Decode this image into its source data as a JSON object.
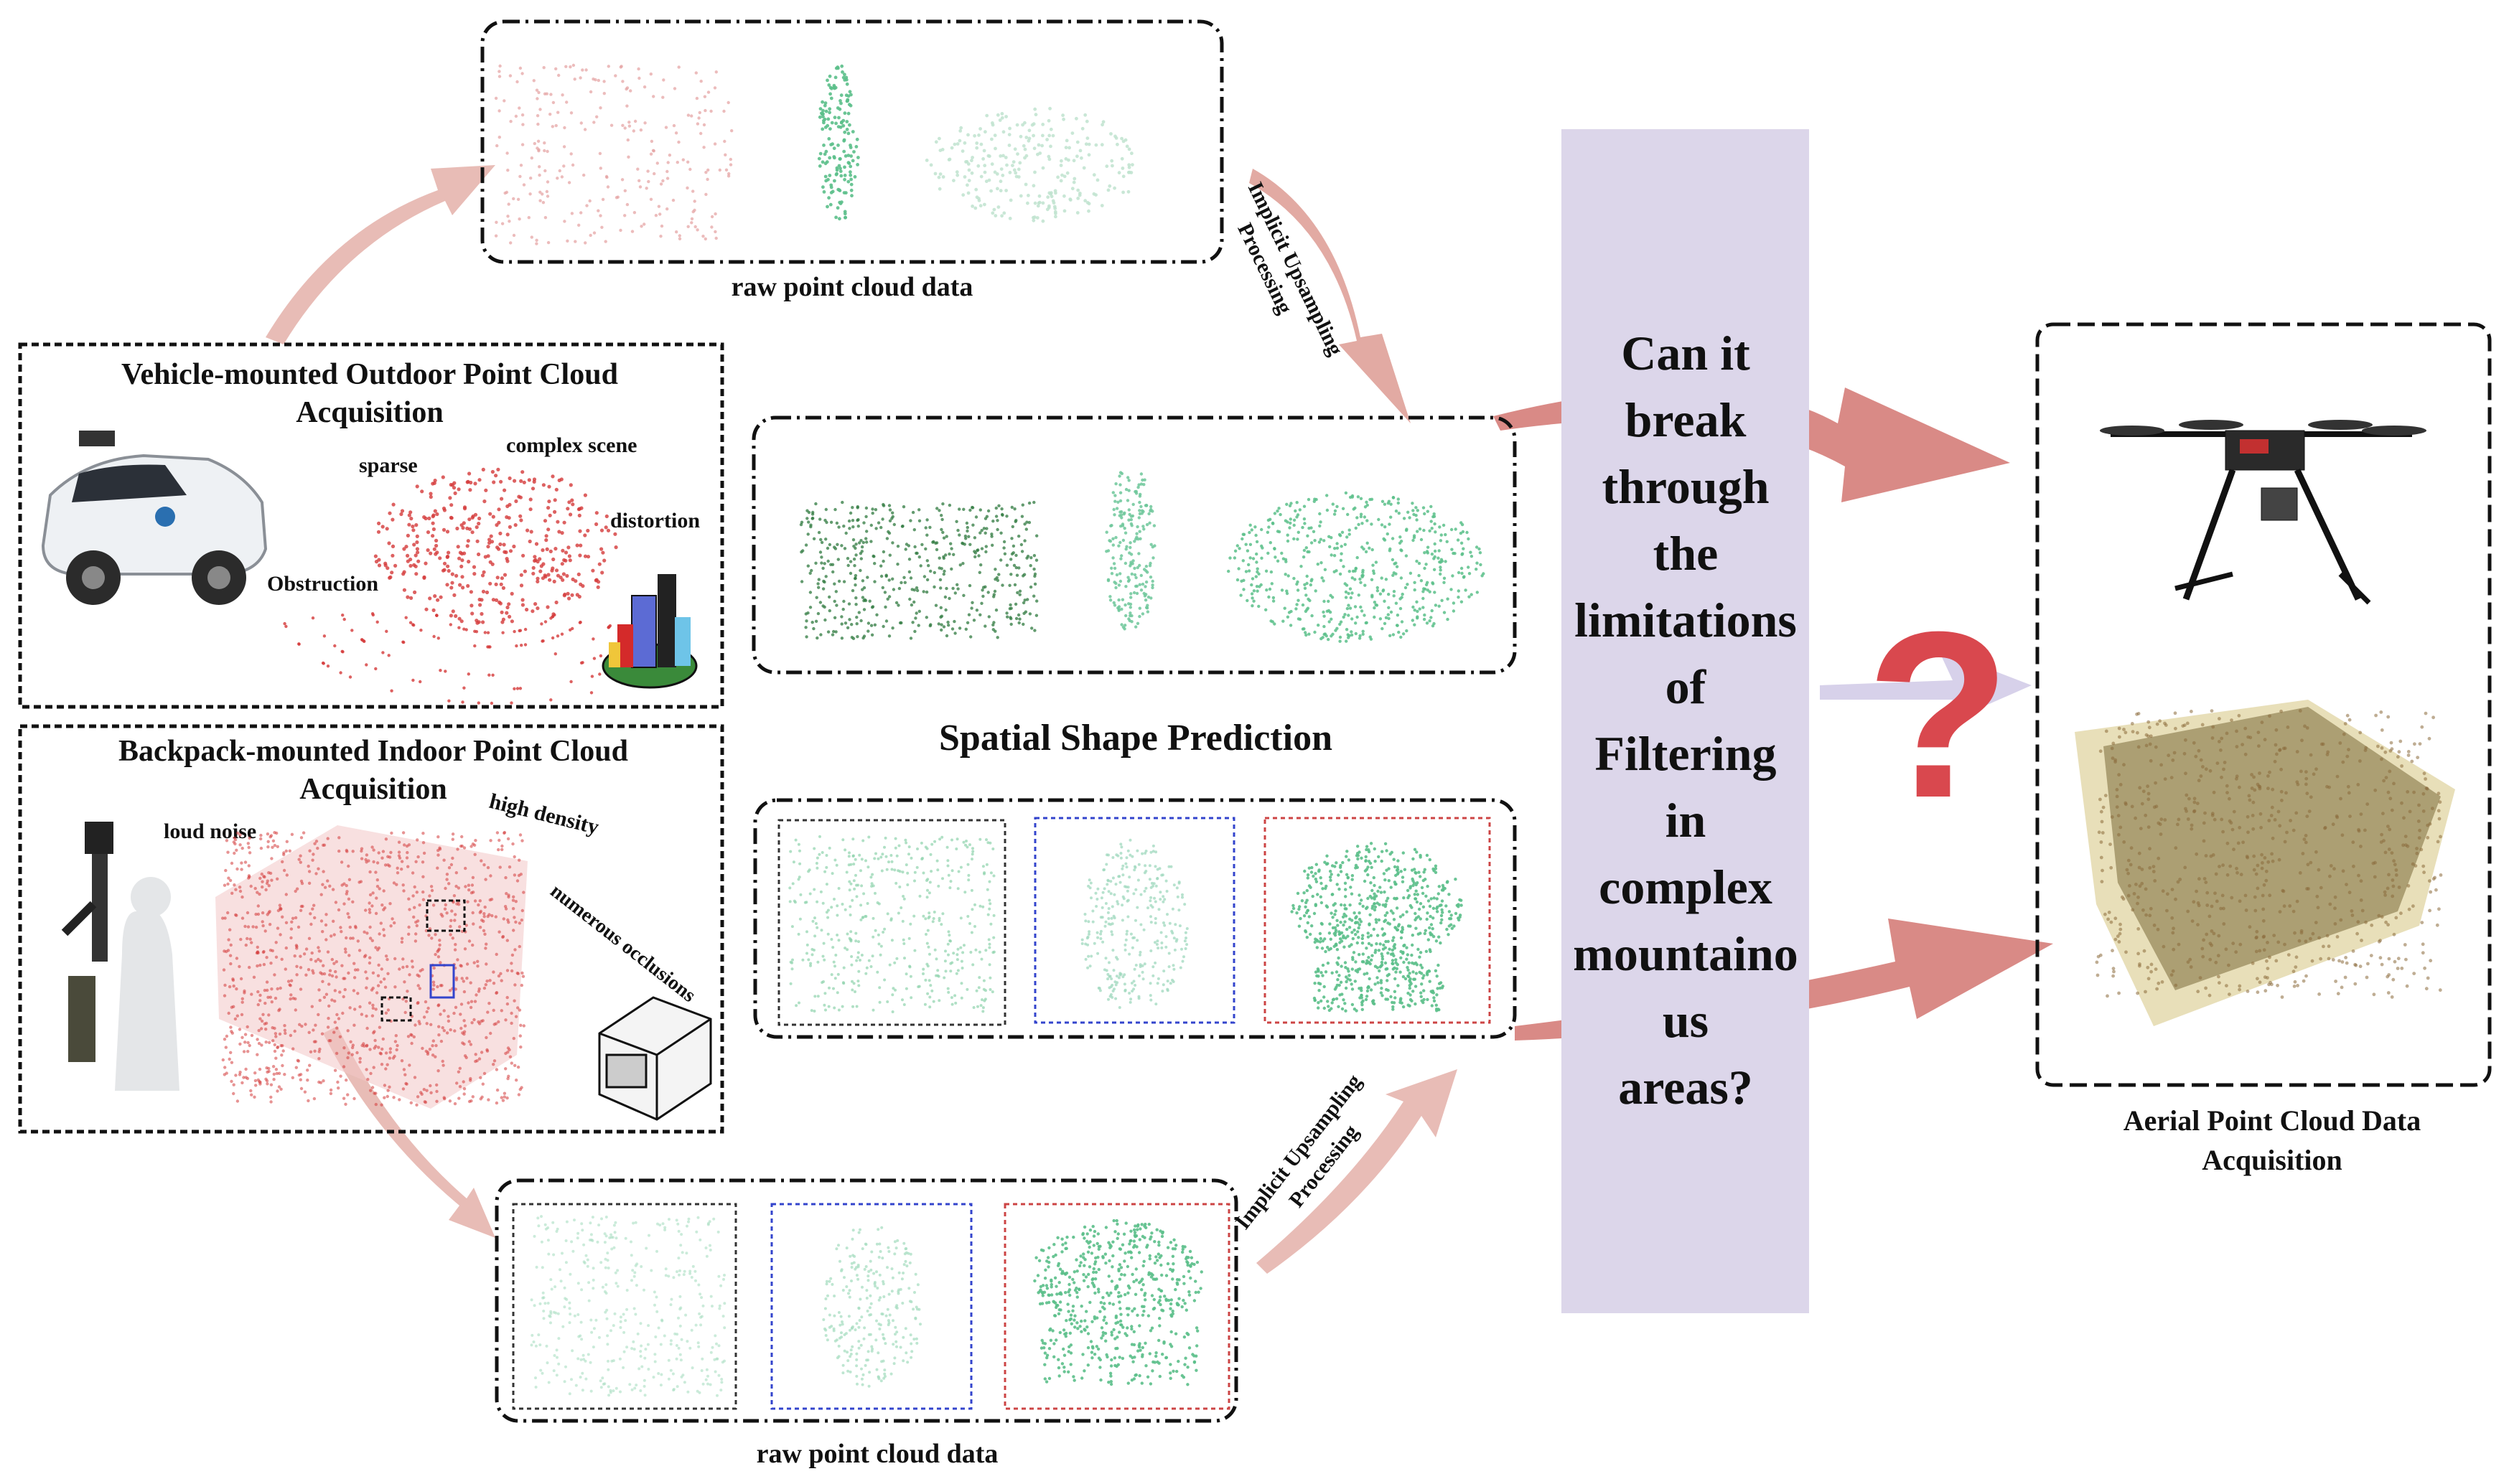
{
  "outdoor_panel": {
    "title_line1": "Vehicle-mounted Outdoor Point Cloud",
    "title_line2": "Acquisition",
    "labels": {
      "sparse": "sparse",
      "complex_scene": "complex scene",
      "distortion": "distortion",
      "obstruction": "Obstruction"
    }
  },
  "indoor_panel": {
    "title_line1": "Backpack-mounted Indoor Point Cloud",
    "title_line2": "Acquisition",
    "labels": {
      "loud_noise": "loud noise",
      "high_density": "high density",
      "numerous_occlusions": "numerous occlusions"
    }
  },
  "raw_top": {
    "caption": "raw point cloud data"
  },
  "raw_bottom": {
    "caption": "raw point cloud data"
  },
  "arrow_top_label": {
    "line1": "Implicit Upsampling",
    "line2": "Processing"
  },
  "arrow_bottom_label": {
    "line1": "Implicit Upsampling",
    "line2": "Processing"
  },
  "center": {
    "caption": "Spatial Shape Prediction"
  },
  "question_band": {
    "lines": [
      "Can it",
      "break",
      "through",
      "the",
      "limitations",
      "of",
      "Filtering",
      "in",
      "complex",
      "mountaino",
      "us",
      "areas?"
    ],
    "question_mark": "?"
  },
  "aerial_panel": {
    "caption_line1": "Aerial Point Cloud Data",
    "caption_line2": "Acquisition"
  },
  "colors": {
    "arrow_pink": "#e6b2ac",
    "arrow_red": "#d9817c",
    "band_lavender": "#dcd6ea",
    "question_red": "#d9484e",
    "point_red": "#d43a3a",
    "point_green": "#5bbf8a",
    "point_darkgreen": "#2f7a3f",
    "terrain_brown": "#8a6a3a"
  }
}
